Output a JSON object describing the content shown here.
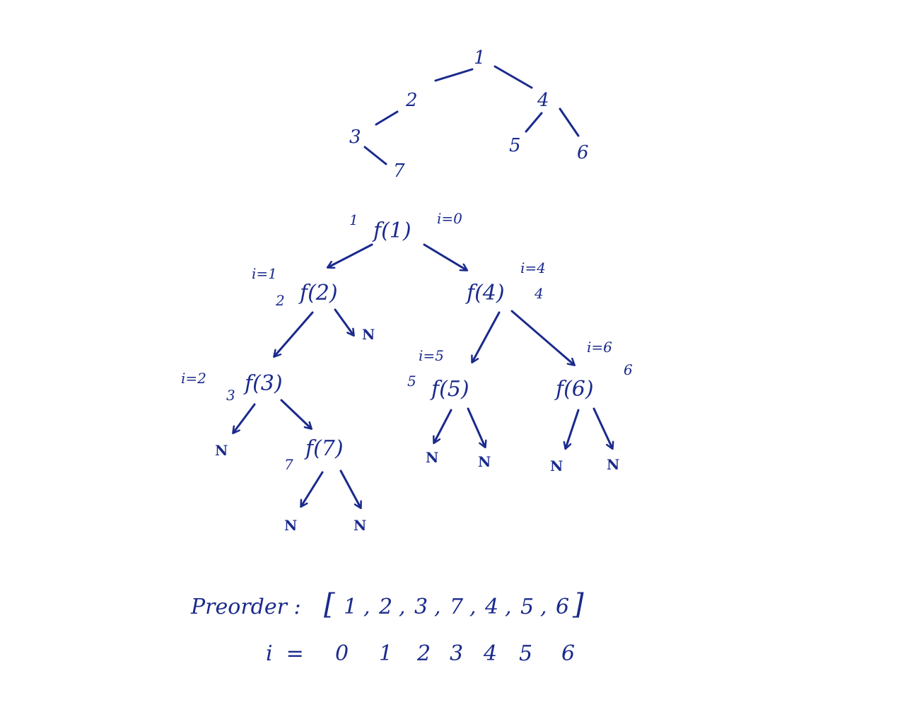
{
  "tree": {
    "nodes": [
      {
        "id": "n1",
        "label": "1"
      },
      {
        "id": "n2",
        "label": "2"
      },
      {
        "id": "n4",
        "label": "4"
      },
      {
        "id": "n3",
        "label": "3"
      },
      {
        "id": "n5",
        "label": "5"
      },
      {
        "id": "n6",
        "label": "6"
      },
      {
        "id": "n7",
        "label": "7"
      }
    ]
  },
  "calls": {
    "f1": {
      "call": "f(1)",
      "value": "1",
      "index": "i=0"
    },
    "f2": {
      "call": "f(2)",
      "value": "2",
      "index": "i=1"
    },
    "f4": {
      "call": "f(4)",
      "value": "4",
      "index": "i=4"
    },
    "f3": {
      "call": "f(3)",
      "value": "3",
      "index": "i=2"
    },
    "f5": {
      "call": "f(5)",
      "value": "5",
      "index": "i=5"
    },
    "f6": {
      "call": "f(6)",
      "value": "6",
      "index": "i=6"
    },
    "f7": {
      "call": "f(7)",
      "value": "7"
    }
  },
  "null_label": "N",
  "preorder": {
    "label": "Preorder :",
    "open": "[",
    "close": "]",
    "values": [
      "1",
      "2",
      "3",
      "7",
      "4",
      "5",
      "6"
    ],
    "index_label": "i  =",
    "indices": [
      "0",
      "1",
      "2",
      "3",
      "4",
      "5",
      "6"
    ]
  },
  "colors": {
    "ink": "#1a2a8c",
    "paper": "#ffffff"
  }
}
